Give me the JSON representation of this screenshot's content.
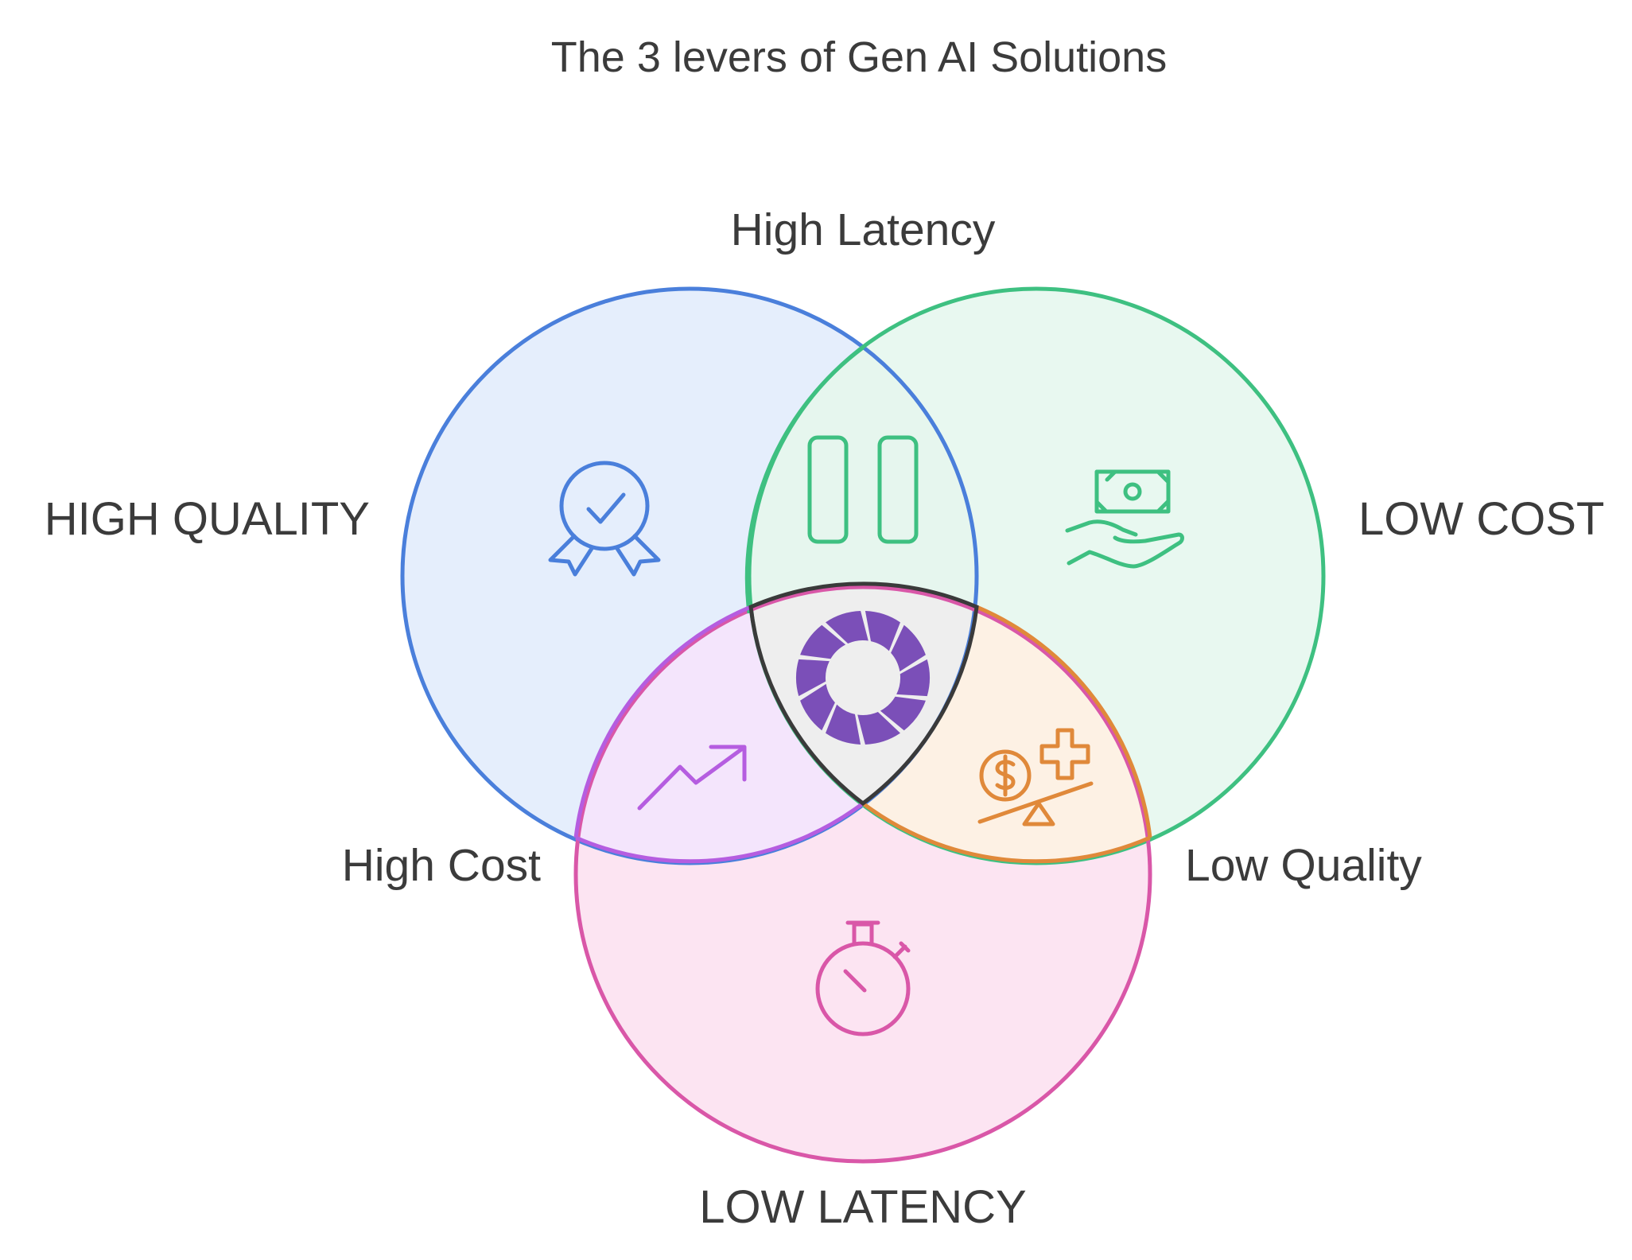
{
  "title": "The 3 levers of Gen AI Solutions",
  "sets": {
    "quality": {
      "label": "HIGH QUALITY",
      "color": "#4a7fdb",
      "fill": "#e5eefc",
      "icon": "award-ribbon-icon"
    },
    "cost": {
      "label": "LOW COST",
      "color": "#3ec081",
      "fill": "#e8f8f0",
      "icon": "money-hand-icon"
    },
    "latency": {
      "label": "LOW LATENCY",
      "color": "#d957a8",
      "fill": "#fce4f2",
      "icon": "stopwatch-icon"
    }
  },
  "intersections": {
    "quality_cost": {
      "label": "High Latency",
      "color": "#3ec081",
      "fill": "#e6f6ee",
      "icon": "pause-icon"
    },
    "quality_latency": {
      "label": "High Cost",
      "color": "#b55de0",
      "fill": "#f4e5fc",
      "icon": "trending-up-icon"
    },
    "cost_latency": {
      "label": "Low Quality",
      "color": "#e0893a",
      "fill": "#fdf1e4",
      "icon": "balance-scale-icon"
    },
    "center": {
      "color": "#3a3a3a",
      "fill": "#eeeeee",
      "icon": "aperture-icon",
      "icon_color": "#7b4fb8"
    }
  }
}
